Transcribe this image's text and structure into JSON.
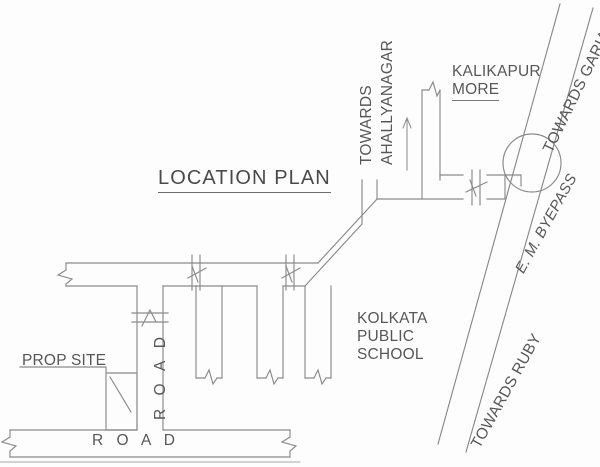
{
  "drawing": {
    "title": "LOCATION PLAN",
    "line_color": "#8a8a8a",
    "text_color": "#575757",
    "background": "#fdfdfd"
  },
  "labels": {
    "towards_ahallyanagar": "TOWARDS\nAHALLYANAGAR",
    "towards_ahallyanagar_line1": "TOWARDS",
    "towards_ahallyanagar_line2": "AHALLYANAGAR",
    "kalikapur_more_line1": "KALIKAPUR",
    "kalikapur_more_line2": "MORE",
    "towards_garia": "TOWARDS GARIA",
    "em_byepass": "E. M. BYEPASS",
    "towards_ruby": "TOWARDS RUBY",
    "school_line1": "KOLKATA",
    "school_line2": "PUBLIC",
    "school_line3": "SCHOOL",
    "prop_site": "PROP SITE",
    "road_vertical": "R O A D",
    "road_horizontal": "R O A D"
  },
  "features": {
    "roundabout": "roundabout-circle",
    "break_symbols": 8,
    "prop_site_plot": "proposed-site-plot"
  }
}
